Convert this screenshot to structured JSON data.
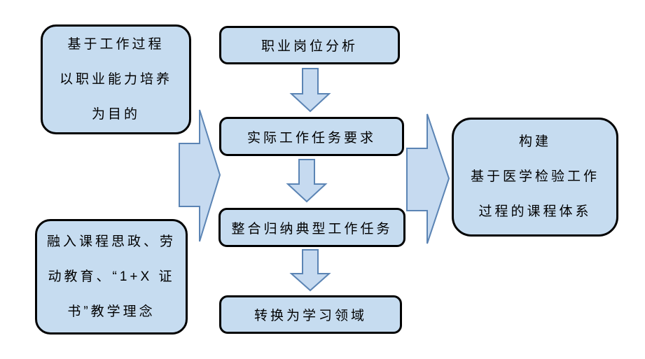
{
  "colors": {
    "shape_fill": "#c6dcf0",
    "shape_border": "#000000",
    "arrow_fill": "#c6daf0",
    "arrow_border": "#5b84b4",
    "text": "#000000",
    "background": "#ffffff"
  },
  "left_boxes": [
    {
      "lines": [
        "基于工作过程",
        "以职业能力培养",
        "为目的"
      ]
    },
    {
      "lines": [
        "融入课程思政、劳",
        "动教育、“1+X 证",
        "书”教学理念"
      ]
    }
  ],
  "steps": [
    {
      "label": "职业岗位分析"
    },
    {
      "label": "实际工作任务要求"
    },
    {
      "label": "整合归纳典型工作任务"
    },
    {
      "label": "转换为学习领域"
    }
  ],
  "result_box": {
    "lines": [
      "构建",
      "基于医学检验工作",
      "过程的课程体系"
    ]
  }
}
